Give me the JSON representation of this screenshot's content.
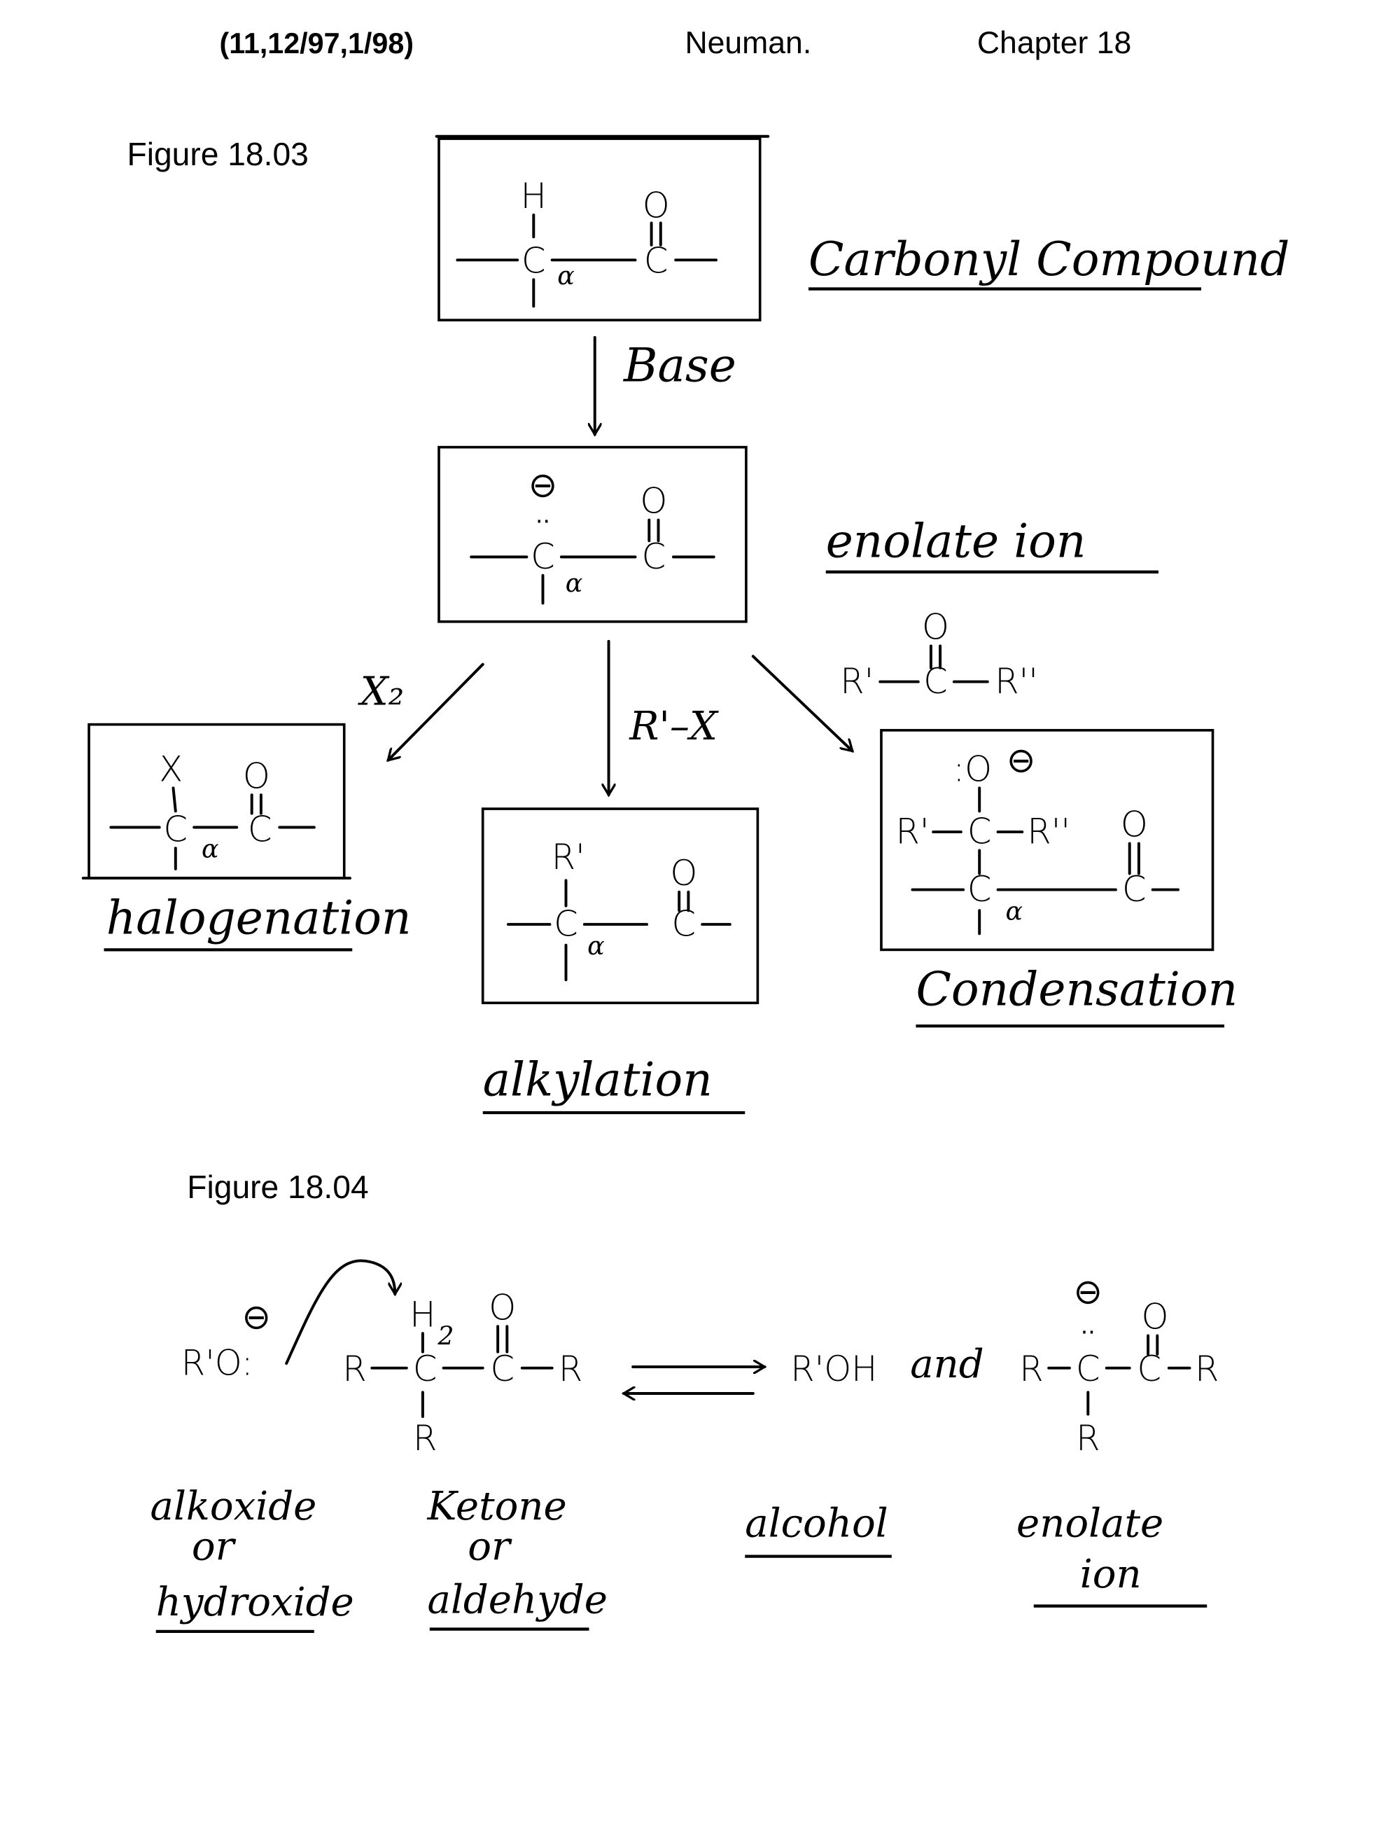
{
  "header": {
    "left": "(11,12/97,1/98)",
    "center": "Neuman.",
    "right": "Chapter 18"
  },
  "symbols": {
    "H": "H",
    "C": "C",
    "O": "O",
    "alpha": "α",
    "X": "X",
    "R1": "R'",
    "R2": "R''",
    "R": "R",
    "minus": "⊖",
    "lone_pair_O": ":O",
    "dots": "··"
  },
  "figure_1803": {
    "title": "Figure 18.03",
    "carbonyl_label": "Carbonyl Compound",
    "base_label": "Base",
    "enolate_label": "enolate ion",
    "x2_label": "X₂",
    "alkyl_halide_label": "R'–X",
    "halogenation_label": "halogenation",
    "alkylation_label": "alkylation",
    "condensation_label": "Condensation"
  },
  "figure_1804": {
    "title": "Figure 18.04",
    "alkoxide_formula": "R'O:",
    "subscript_2": "2",
    "alcohol_formula": "R'OH",
    "and_word": "and",
    "alkoxide_label": "alkoxide",
    "or_word": "or",
    "hydroxide_label": "hydroxide",
    "ketone_label": "Ketone",
    "aldehyde_label": "aldehyde",
    "alcohol_label": "alcohol",
    "enolate_label": "enolate",
    "ion_label": "ion"
  }
}
